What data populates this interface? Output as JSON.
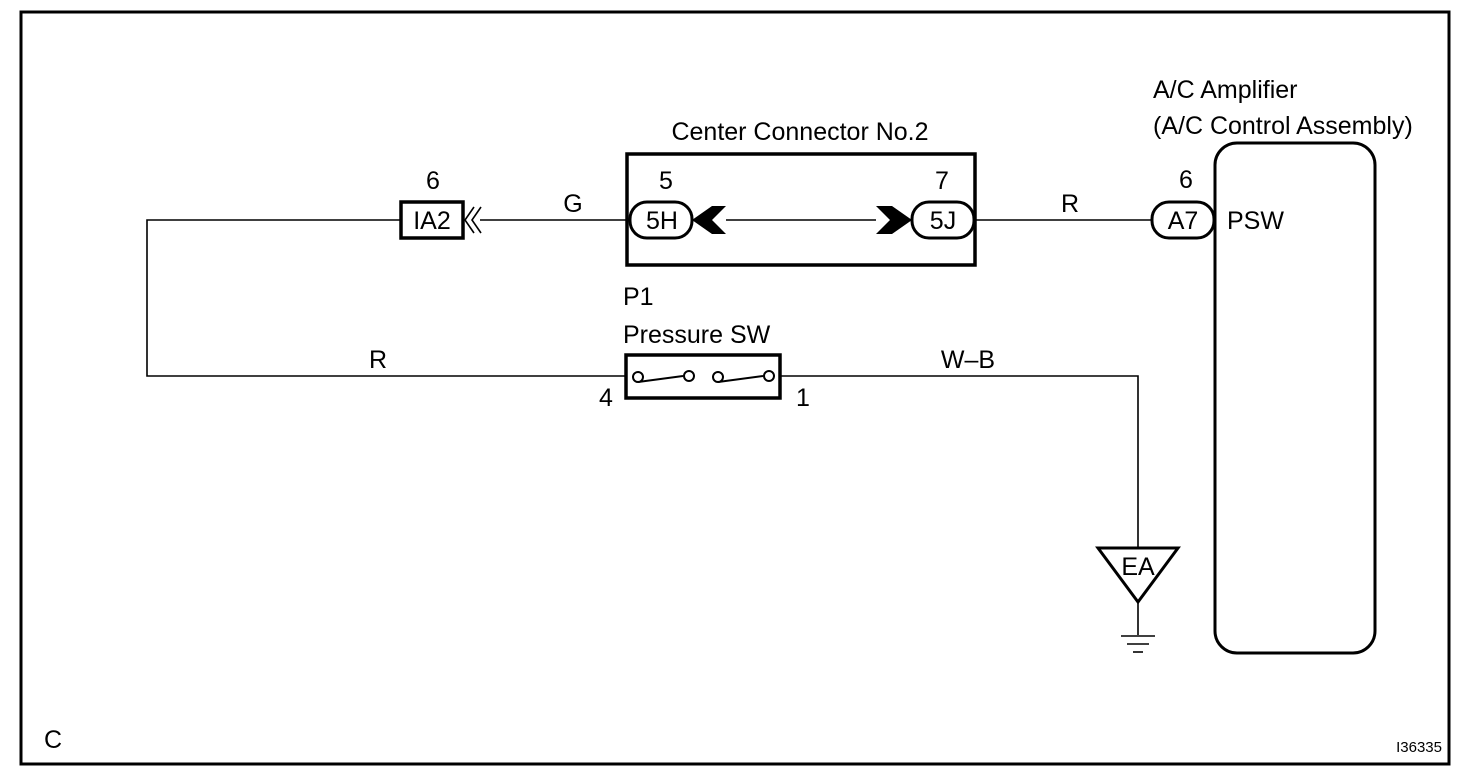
{
  "frame_label": "C",
  "figure_id": "I36335",
  "components": {
    "ac_amplifier": {
      "title_line1": "A/C Amplifier",
      "title_line2": "(A/C Control Assembly)",
      "terminal_pin": "6",
      "connector": "A7",
      "terminal_name": "PSW"
    },
    "center_connector": {
      "title": "Center Connector No.2",
      "left_pin": "5",
      "left_connector": "5H",
      "right_pin": "7",
      "right_connector": "5J"
    },
    "junction_connector": {
      "pin": "6",
      "connector": "IA2"
    },
    "pressure_switch": {
      "code": "P1",
      "title": "Pressure SW",
      "left_pin": "4",
      "right_pin": "1"
    },
    "ground": {
      "label": "EA"
    }
  },
  "wires": {
    "ia2_to_5h": "G",
    "5j_to_a7": "R",
    "left_to_switch": "R",
    "switch_to_ground": "W–B"
  }
}
